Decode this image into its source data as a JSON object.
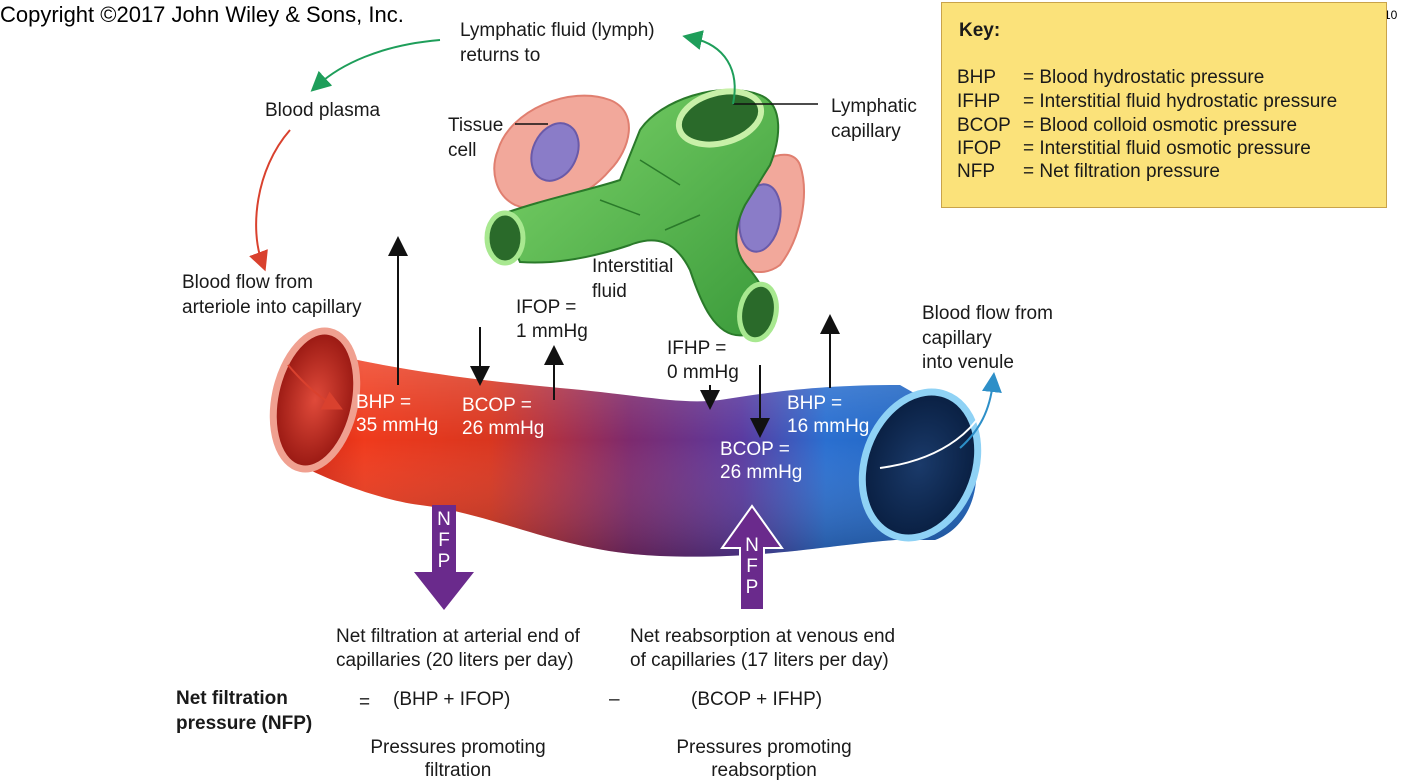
{
  "header": {
    "copyright": "Copyright ©2017 John Wiley & Sons, Inc.",
    "page_number": "10"
  },
  "key": {
    "title": "Key:",
    "entries": [
      {
        "abbr": "BHP",
        "definition": "= Blood hydrostatic pressure"
      },
      {
        "abbr": "IFHP",
        "definition": "= Interstitial fluid hydrostatic pressure"
      },
      {
        "abbr": "BCOP",
        "definition": "= Blood colloid osmotic pressure"
      },
      {
        "abbr": "IFOP",
        "definition": "= Interstitial fluid osmotic pressure"
      },
      {
        "abbr": "NFP",
        "definition": "= Net filtration pressure"
      }
    ]
  },
  "labels": {
    "lymph_line1": "Lymphatic fluid (lymph)",
    "lymph_line2": "returns to",
    "blood_plasma": "Blood plasma",
    "tissue_line1": "Tissue",
    "tissue_line2": "cell",
    "lymphatic_line1": "Lymphatic",
    "lymphatic_line2": "capillary",
    "interstitial_line1": "Interstitial",
    "interstitial_line2": "fluid",
    "flow_in_line1": "Blood flow from",
    "flow_in_line2": "arteriole into capillary",
    "flow_out_line1": "Blood flow from",
    "flow_out_line2": "capillary",
    "flow_out_line3": "into venule"
  },
  "pressures": {
    "bhp_arterial_line1": "BHP =",
    "bhp_arterial_line2": "35 mmHg",
    "bcop_arterial_line1": "BCOP =",
    "bcop_arterial_line2": "26 mmHg",
    "ifop_line1": "IFOP =",
    "ifop_line2": "1 mmHg",
    "ifhp_line1": "IFHP =",
    "ifhp_line2": "0 mmHg",
    "bhp_venous_line1": "BHP =",
    "bhp_venous_line2": "16 mmHg",
    "bcop_venous_line1": "BCOP =",
    "bcop_venous_line2": "26 mmHg"
  },
  "nfp_letters": [
    "N",
    "F",
    "P"
  ],
  "outcomes": {
    "filtration_line1": "Net filtration at arterial end of",
    "filtration_line2": "capillaries (20 liters per day)",
    "reabsorption_line1": "Net reabsorption at venous end",
    "reabsorption_line2": "of capillaries (17 liters per day)"
  },
  "equation": {
    "lhs_line1": "Net filtration",
    "lhs_line2": "pressure (NFP)",
    "equals": "=",
    "term1": "(BHP + IFOP)",
    "minus": "–",
    "term2": "(BCOP + IFHP)",
    "term1_caption_line1": "Pressures promoting",
    "term1_caption_line2": "filtration",
    "term2_caption_line1": "Pressures promoting",
    "term2_caption_line2": "reabsorption"
  },
  "colors": {
    "arterial": "#e8321c",
    "venous": "#1f7fd6",
    "mixed": "#6b2a7a",
    "nfp_arrow": "#6a2a8c",
    "lymph_green": "#4fb84a",
    "tissue_pink": "#f2a89b",
    "nucleus": "#8a7cc8",
    "key_bg": "#fbe27a",
    "lymph_arrow": "#1e9e5a",
    "plasma_arrow": "#d9412e",
    "venule_arrow": "#2d8fc8"
  }
}
